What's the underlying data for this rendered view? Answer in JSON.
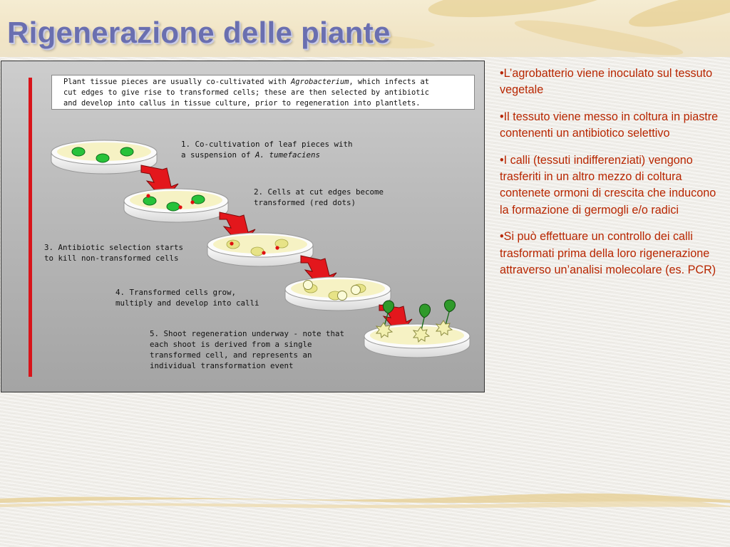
{
  "slide": {
    "title": "Rigenerazione delle piante"
  },
  "figure": {
    "caption_lines": [
      [
        "Plant tissue pieces are usually co-cultivated with ",
        "Agrobacterium",
        ", which infects at"
      ],
      [
        "cut edges to give rise to transformed cells; these are then selected by antibiotic",
        "",
        ""
      ],
      [
        "and develop into callus in tissue culture, prior to regeneration into plantlets.",
        "",
        ""
      ]
    ],
    "steps": [
      {
        "lines": [
          "1.   Co-cultivation of leaf pieces with",
          "    a suspension of A. tumefaciens"
        ]
      },
      {
        "lines": [
          "2.   Cells at cut edges become",
          "    transformed (red dots)"
        ]
      },
      {
        "lines": [
          "3.   Antibiotic selection starts",
          "    to kill non-transformed cells"
        ]
      },
      {
        "lines": [
          "4.   Transformed cells grow,",
          "    multiply and develop into calli"
        ]
      },
      {
        "lines": [
          "5.   Shoot regeneration underway - note that",
          "    each shoot is derived from a single",
          "    transformed cell, and represents an",
          "    individual transformation event"
        ]
      }
    ],
    "colors": {
      "leaf": "#27c23a",
      "leaf_stroke": "#0f6a1a",
      "red_dot": "#e01010",
      "dish_medium": "#f6f2c4",
      "callus": "#f2f0a8",
      "arrow": "#e3171c",
      "left_bar": "#d8141a"
    }
  },
  "bullets": [
    "•L’agrobatterio viene inoculato sul tessuto vegetale",
    "•Il tessuto viene messo in coltura in piastre contenenti un antibiotico selettivo",
    "•I calli (tessuti indifferenziati) vengono trasferiti in un altro mezzo di coltura contenete ormoni di crescita che inducono la formazione di germogli e/o radici",
    "•Si può effettuare un controllo dei calli trasformati prima della loro rigenerazione  attraverso un’analisi molecolare (es. PCR)"
  ],
  "colors": {
    "title": "#6a6fb0",
    "bullet_text": "#b82600"
  }
}
